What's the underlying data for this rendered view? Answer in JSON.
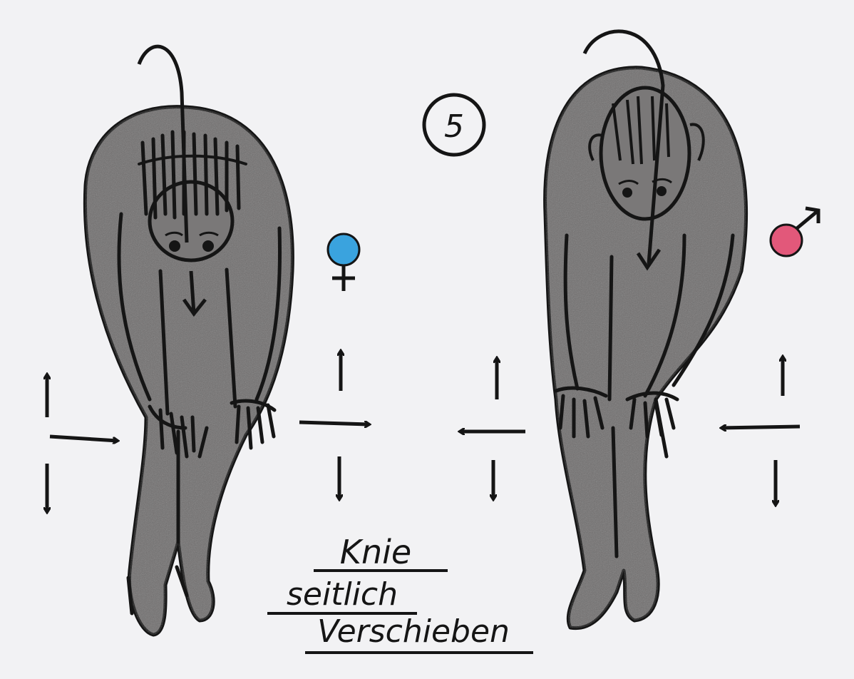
{
  "sketch": {
    "step_number": "5",
    "caption_line_1": "Knie",
    "caption_line_2": "seitlich",
    "caption_line_3": "Verschieben"
  },
  "symbols": {
    "left_figure_symbol": "female-symbol",
    "right_figure_symbol": "male-symbol"
  },
  "colors": {
    "paper": "#f2f2f4",
    "ink": "#151515",
    "body_shading": "#6f6d6d",
    "female_dot": "#3aa3de",
    "male_dot": "#e2587a"
  }
}
